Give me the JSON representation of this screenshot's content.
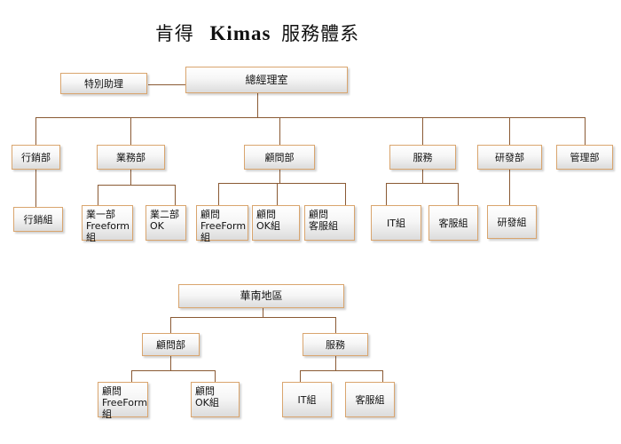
{
  "title": {
    "prefix": "肯得",
    "brand": "Kimas",
    "suffix": "服務體系"
  },
  "top": {
    "special_assistant": "特別助理",
    "gm_office": "總經理室",
    "departments": {
      "marketing": "行銷部",
      "sales": "業務部",
      "consulting": "顧問部",
      "service": "服務",
      "rnd": "研發部",
      "management": "管理部"
    },
    "groups": {
      "marketing_group": "行銷組",
      "sales_1": "業一部\nFreeform組",
      "sales_2": "業二部\nOK",
      "consult_freeform": "顧問\nFreeForm組",
      "consult_ok": "顧問\nOK組",
      "consult_cs": "顧問\n客服組",
      "it_group": "IT組",
      "cs_group": "客服組",
      "rnd_group": "研發組"
    }
  },
  "south": {
    "region": "華南地區",
    "consulting": "顧問部",
    "service": "服務",
    "consult_freeform": "顧問\nFreeForm組",
    "consult_ok": "顧問\nOK組",
    "it_group": "IT組",
    "cs_group": "客服組"
  },
  "colors": {
    "box_border": "#d9a56e",
    "connector": "#8a5a34"
  }
}
